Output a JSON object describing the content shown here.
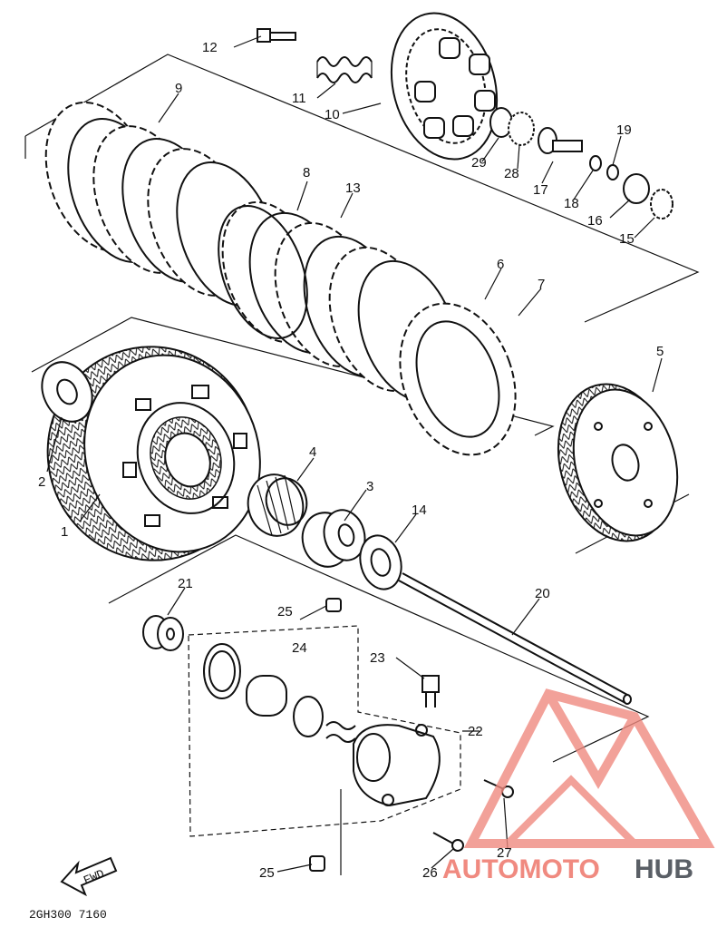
{
  "diagram": {
    "drawing_code": "2GH300 7160",
    "fwd_label": "FWD",
    "callouts": [
      "1",
      "2",
      "3",
      "4",
      "5",
      "6",
      "7",
      "8",
      "9",
      "10",
      "11",
      "12",
      "13",
      "14",
      "15",
      "16",
      "17",
      "18",
      "19",
      "20",
      "21",
      "22",
      "23",
      "24",
      "25",
      "25",
      "26",
      "27",
      "28",
      "29"
    ]
  },
  "watermark": {
    "word_a": "AUTOMOTO",
    "word_b": "HUB",
    "colors": {
      "accent": "#f08a80",
      "dark": "#5a5f66"
    }
  }
}
